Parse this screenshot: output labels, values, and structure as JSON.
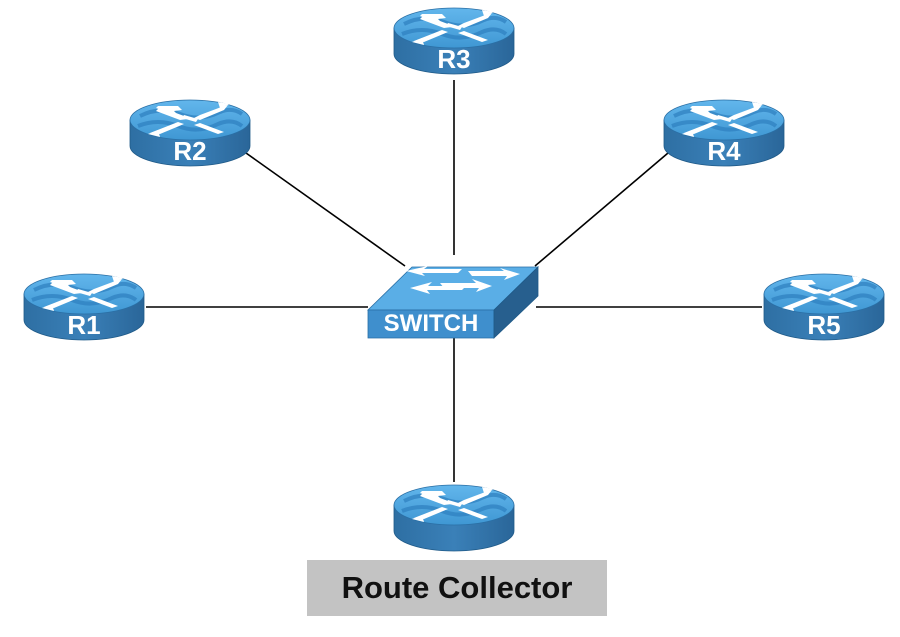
{
  "diagram": {
    "title": "Route Collector",
    "colors": {
      "device_top": "#5aaee6",
      "device_top_dark": "#2f86c4",
      "device_side": "#3478ad",
      "device_side_dark": "#225c8a",
      "arrow": "#ffffff",
      "link": "#000000",
      "caption_bg": "#c3c3c3"
    },
    "hub": {
      "id": "switch",
      "type": "switch",
      "label": "SWITCH",
      "icon": "switch-icon"
    },
    "nodes": [
      {
        "id": "r1",
        "type": "router",
        "label": "R1",
        "icon": "router-icon"
      },
      {
        "id": "r2",
        "type": "router",
        "label": "R2",
        "icon": "router-icon"
      },
      {
        "id": "r3",
        "type": "router",
        "label": "R3",
        "icon": "router-icon"
      },
      {
        "id": "r4",
        "type": "router",
        "label": "R4",
        "icon": "router-icon"
      },
      {
        "id": "r5",
        "type": "router",
        "label": "R5",
        "icon": "router-icon"
      },
      {
        "id": "rc",
        "type": "router",
        "label": "",
        "icon": "router-icon"
      }
    ],
    "links": [
      {
        "from": "switch",
        "to": "r1"
      },
      {
        "from": "switch",
        "to": "r2"
      },
      {
        "from": "switch",
        "to": "r3"
      },
      {
        "from": "switch",
        "to": "r4"
      },
      {
        "from": "switch",
        "to": "r5"
      },
      {
        "from": "switch",
        "to": "rc"
      }
    ],
    "caption": "Route Collector"
  }
}
